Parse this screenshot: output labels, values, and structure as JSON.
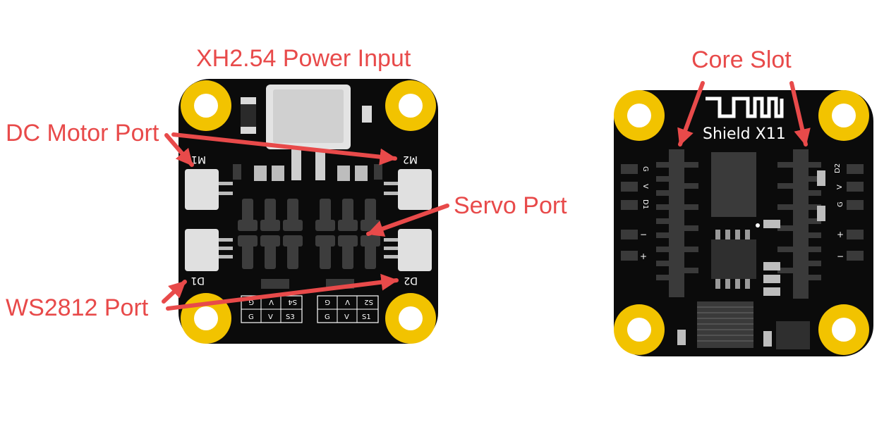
{
  "colors": {
    "callout": "#e84a4a",
    "board": "#0b0b0b",
    "mounting_ring": "#f2c300",
    "connector": "#e0e0e0",
    "chip": "#2f2f2f",
    "pad": "#b8b8b8"
  },
  "callouts": {
    "power_input": "XH2.54 Power Input",
    "dc_motor_port": "DC Motor Port",
    "servo_port": "Servo Port",
    "ws2812_port": "WS2812 Port",
    "core_slot": "Core Slot"
  },
  "front_board": {
    "motor_labels": {
      "m1": "M1",
      "m2": "M2"
    },
    "led_labels": {
      "d1": "D1",
      "d2": "D2"
    },
    "servo_table_left": [
      [
        "S4",
        "V",
        "G"
      ],
      [
        "S3",
        "V",
        "G"
      ]
    ],
    "servo_table_right": [
      [
        "S2",
        "V",
        "G"
      ],
      [
        "S1",
        "V",
        "G"
      ]
    ]
  },
  "back_board": {
    "brand": "Shield X11",
    "logo_icon": "wifi-wave-logo-icon",
    "left_pins": [
      "G",
      "V",
      "D1",
      "−",
      "+"
    ],
    "right_pins": [
      "D2",
      "V",
      "G",
      "+",
      "−"
    ]
  }
}
